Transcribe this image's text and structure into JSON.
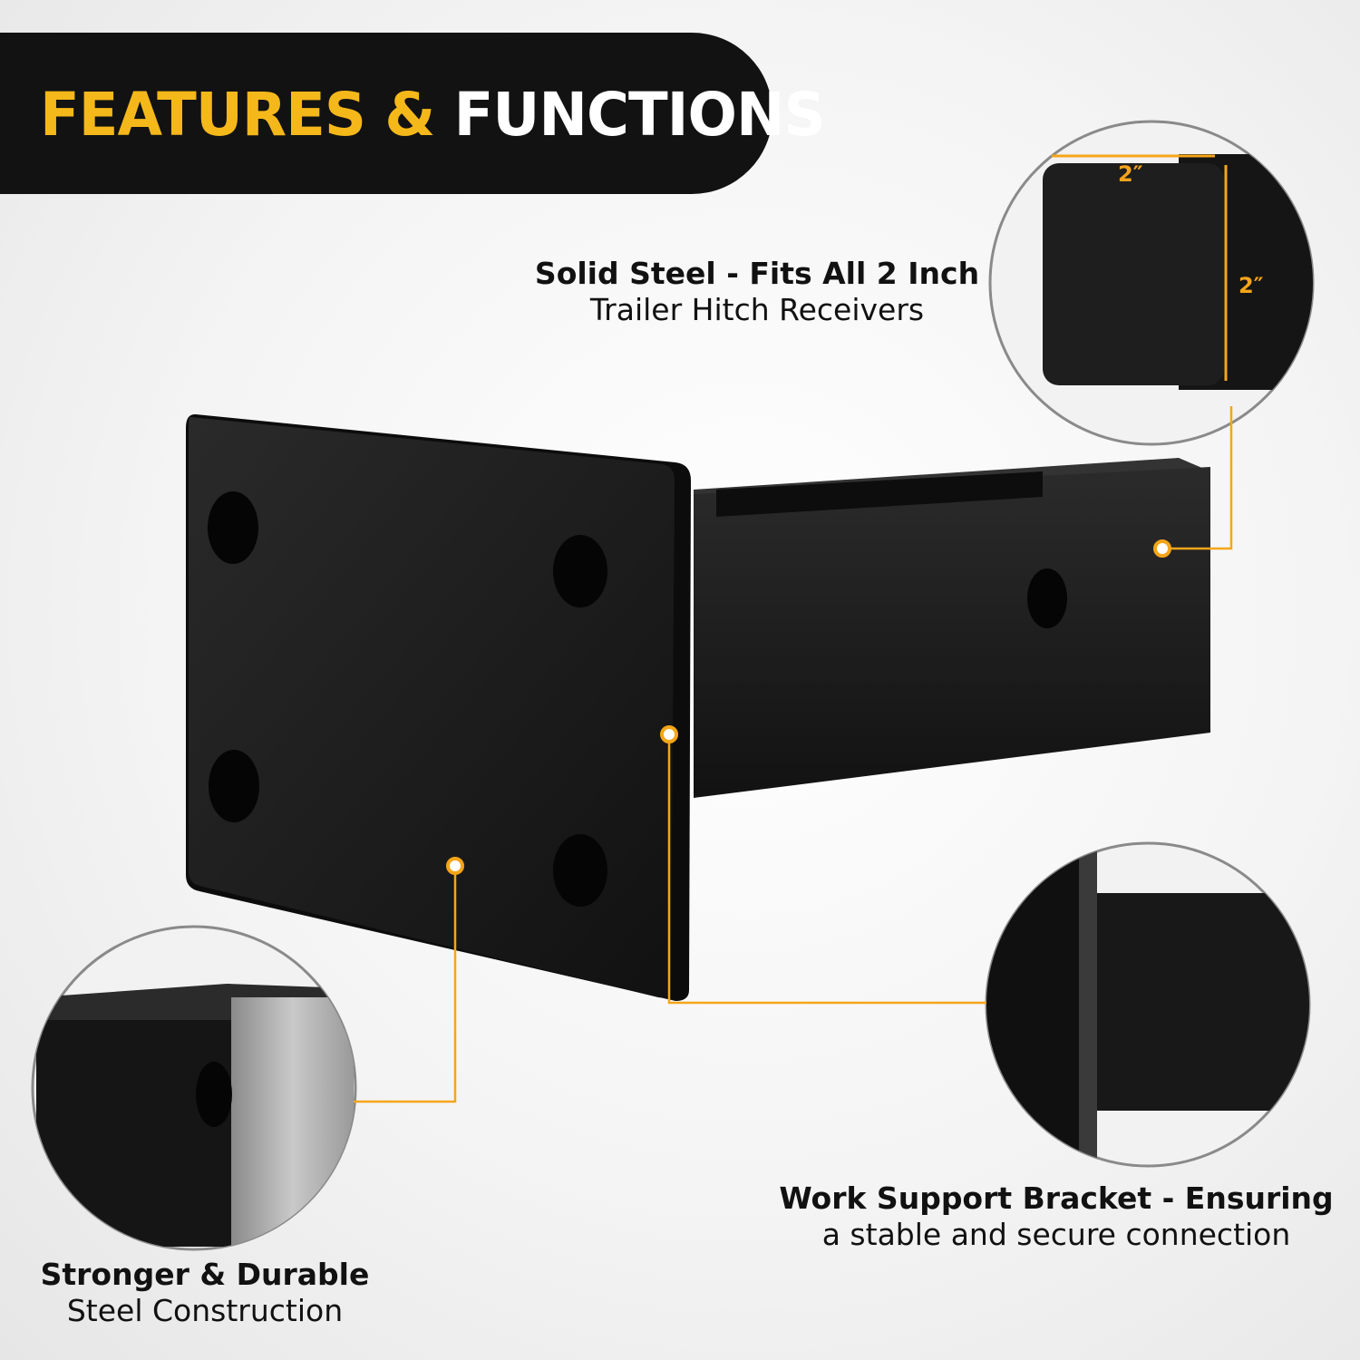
{
  "banner": {
    "title_highlight": "FEATURES &",
    "title_rest": "FUNCTIONS"
  },
  "callouts": {
    "solid_steel": {
      "title": "Solid Steel - Fits All 2 Inch",
      "subtitle": "Trailer Hitch Receivers"
    },
    "work_support": {
      "title": "Work Support Bracket - Ensuring",
      "subtitle": "a stable and secure connection"
    },
    "stronger": {
      "title": "Stronger & Durable",
      "subtitle": "Steel Construction"
    }
  },
  "dimensions": {
    "width": "2″",
    "height": "2″"
  },
  "colors": {
    "accent": "#f5a51a",
    "banner_bg": "#121212",
    "product": "#1c1c1c"
  }
}
